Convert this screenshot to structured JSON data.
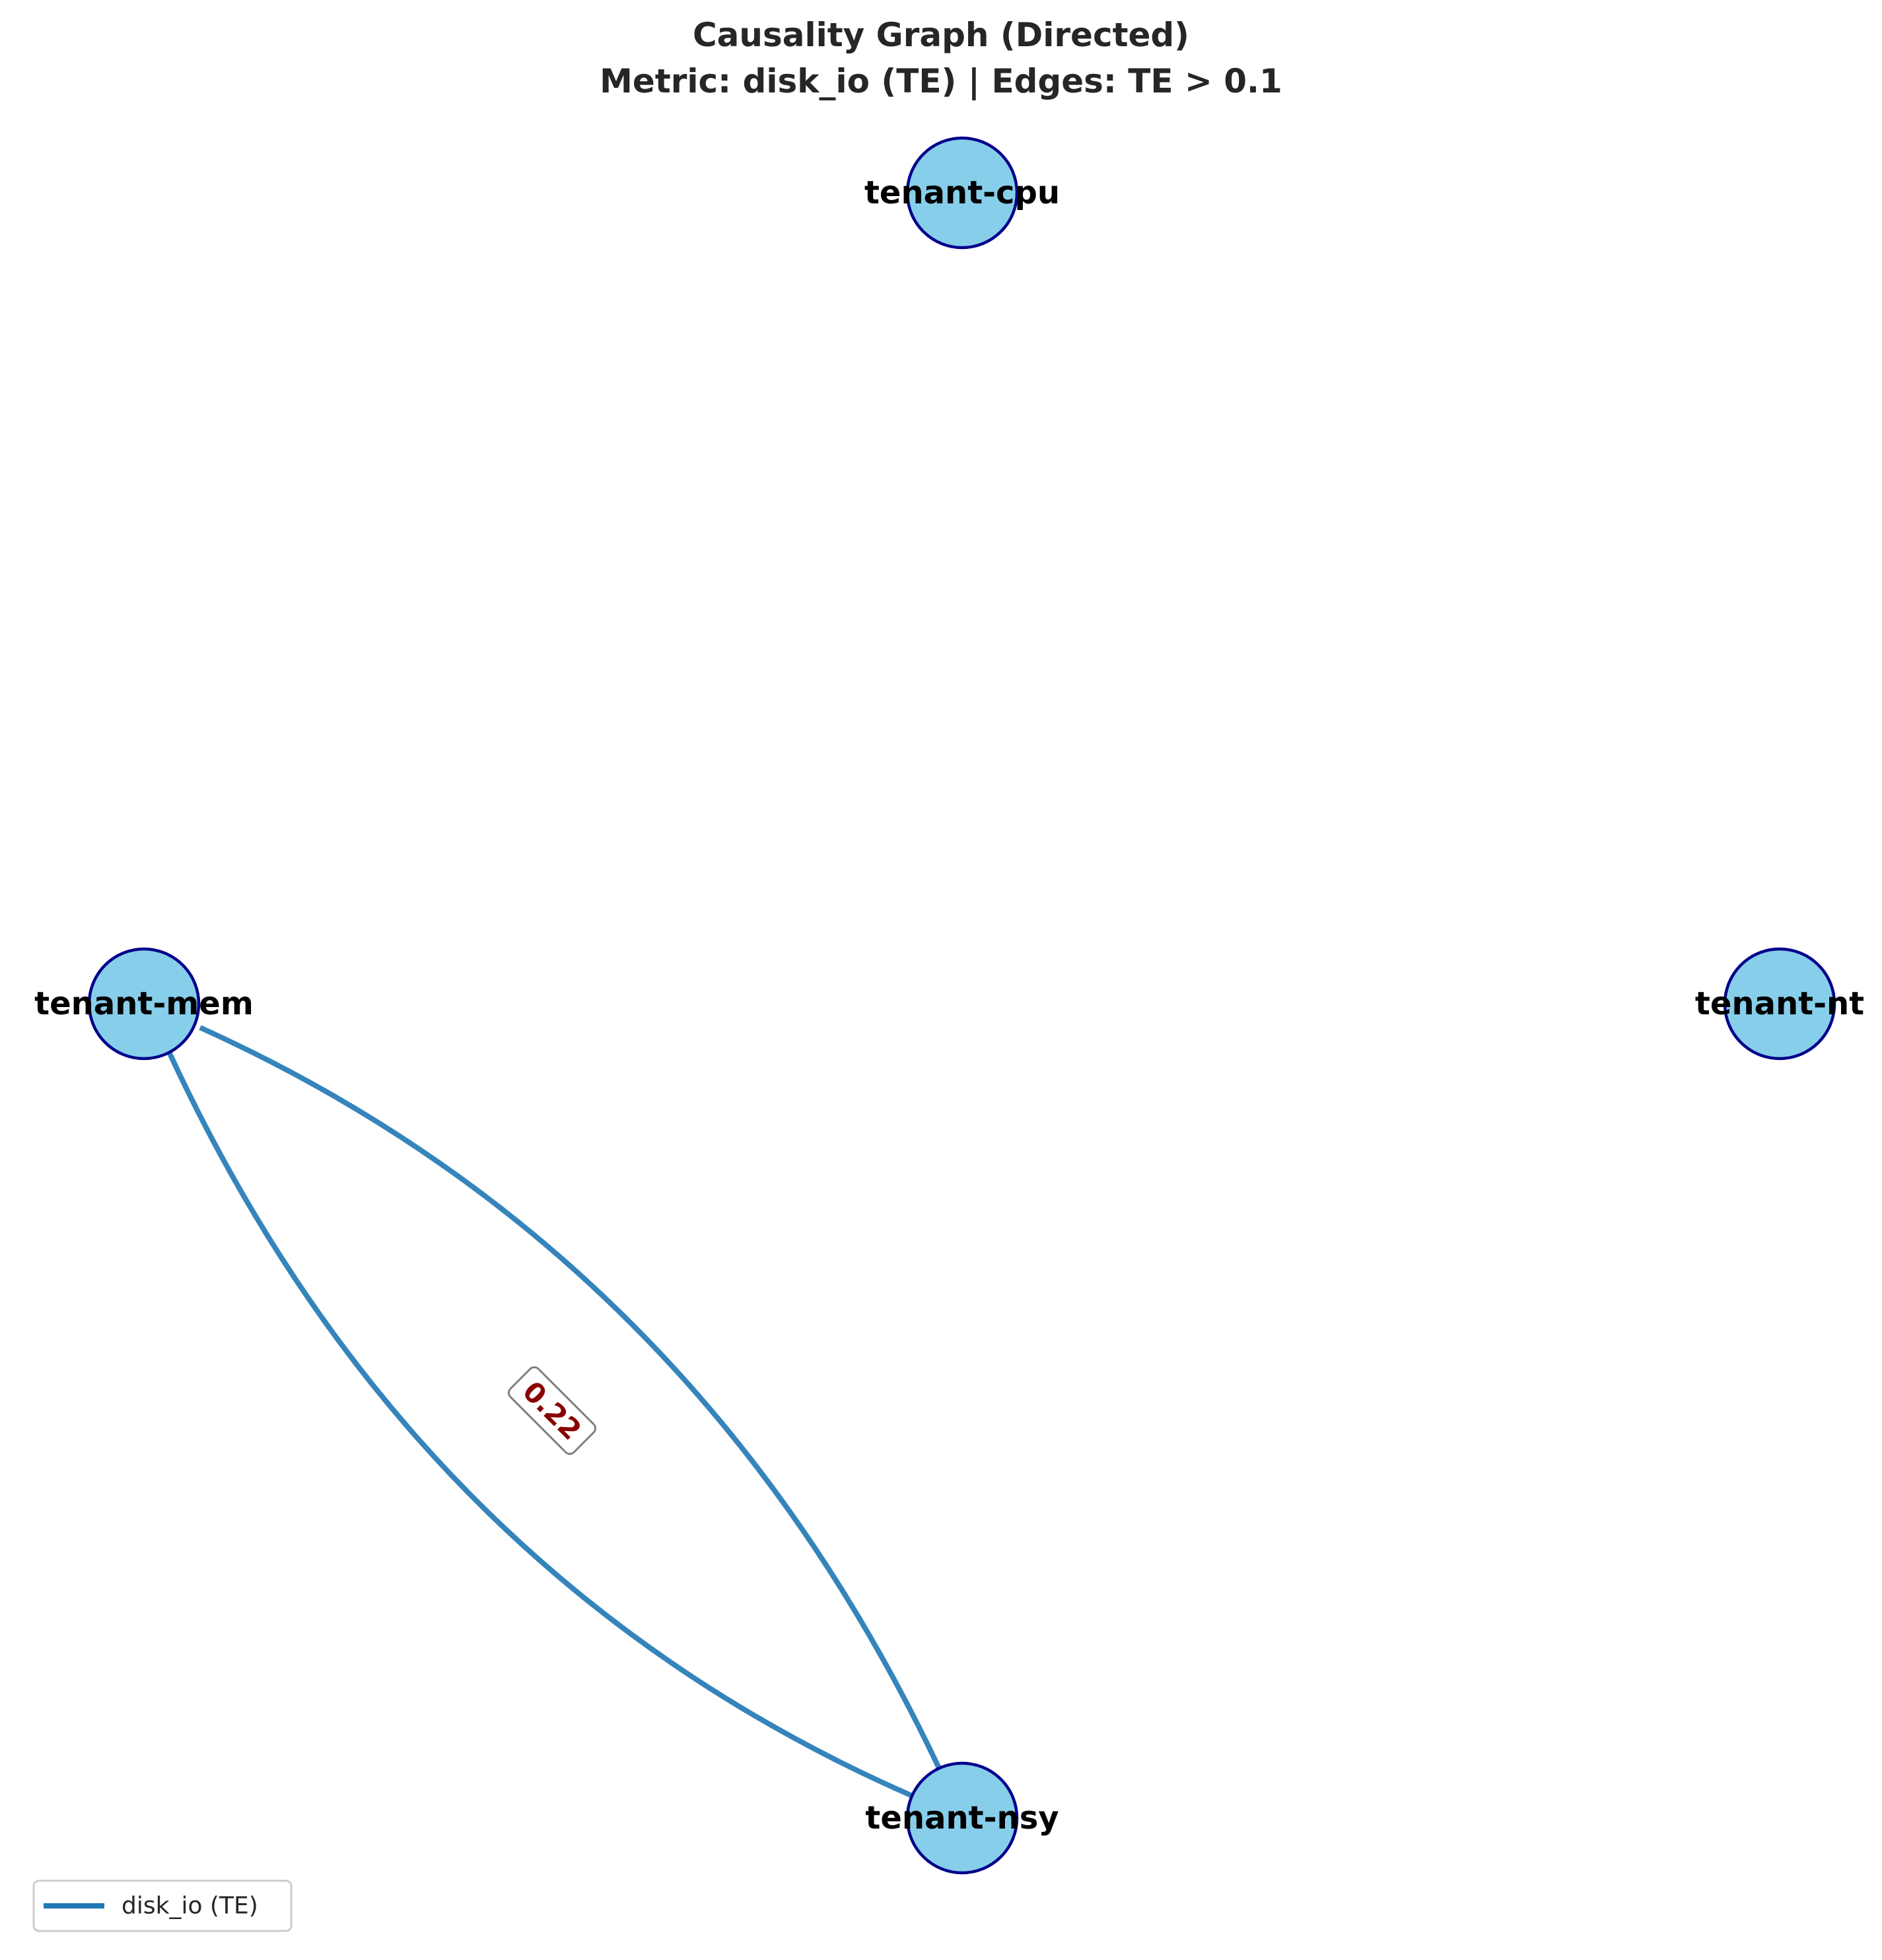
{
  "title": {
    "line1": "Causality Graph (Directed)",
    "line2": "Metric: disk_io (TE) | Edges: TE > 0.1"
  },
  "colors": {
    "node_fill": "#87ceeb",
    "node_stroke": "#00008b",
    "edge": "#1f77b4",
    "edge_label_text": "#8b0000",
    "edge_label_border": "#808080",
    "title_text": "#262626"
  },
  "nodes": [
    {
      "id": "tenant-cpu",
      "label": "tenant-cpu"
    },
    {
      "id": "tenant-mem",
      "label": "tenant-mem"
    },
    {
      "id": "tenant-nt",
      "label": "tenant-nt"
    },
    {
      "id": "tenant-nsy",
      "label": "tenant-nsy"
    }
  ],
  "edges": [
    {
      "source": "tenant-mem",
      "target": "tenant-nsy",
      "metric": "disk_io (TE)"
    },
    {
      "source": "tenant-nsy",
      "target": "tenant-mem",
      "metric": "disk_io (TE)"
    }
  ],
  "edge_labels": [
    {
      "text": "0.22"
    }
  ],
  "legend": {
    "items": [
      {
        "label": "disk_io (TE)",
        "color": "#1f77b4"
      }
    ]
  }
}
